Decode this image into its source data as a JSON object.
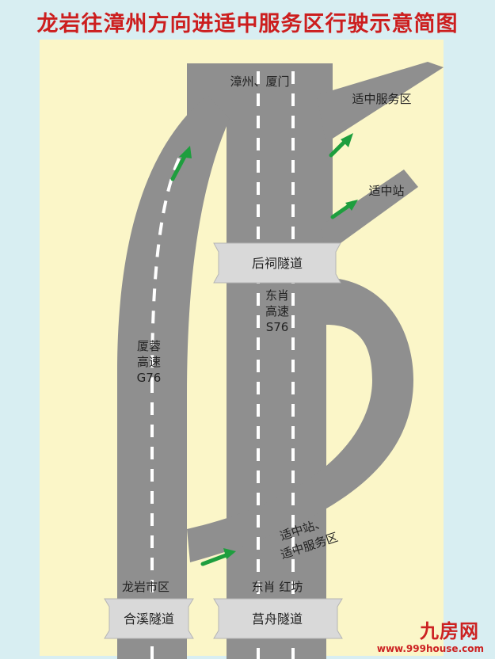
{
  "title": "龙岩往漳州方向进适中服务区行驶示意简图",
  "colors": {
    "title": "#cc1e1e",
    "map_background": "#fbf6c8",
    "road": "#8f8f8f",
    "lane_marking": "#ffffff",
    "arrow": "#1e9e3e",
    "plaque": "#d9d9d9",
    "outer_background": "#d8eef2",
    "watermark": "#cc2222"
  },
  "labels": {
    "top_direction": "漳州、厦门",
    "service_area": "适中服务区",
    "toll_station": "适中站",
    "tunnel_houci": "后祠隧道",
    "dongxiao_expressway": [
      "东肖",
      "高速",
      "S76"
    ],
    "xiarong_expressway": [
      "厦蓉",
      "高速",
      "G76"
    ],
    "exit_ramp": [
      "适中站、",
      "适中服务区"
    ],
    "longyan_city": "龙岩市区",
    "dongxiao_hongfang": "东肖 红坊",
    "tunnel_hexi": "合溪隧道",
    "tunnel_juzhou": "莒舟隧道"
  },
  "icons": {
    "arrow": "green-arrow-icon",
    "tunnel": "tunnel-plaque-icon"
  },
  "watermark": {
    "brand": "九房网",
    "url": "www.999house.com"
  }
}
